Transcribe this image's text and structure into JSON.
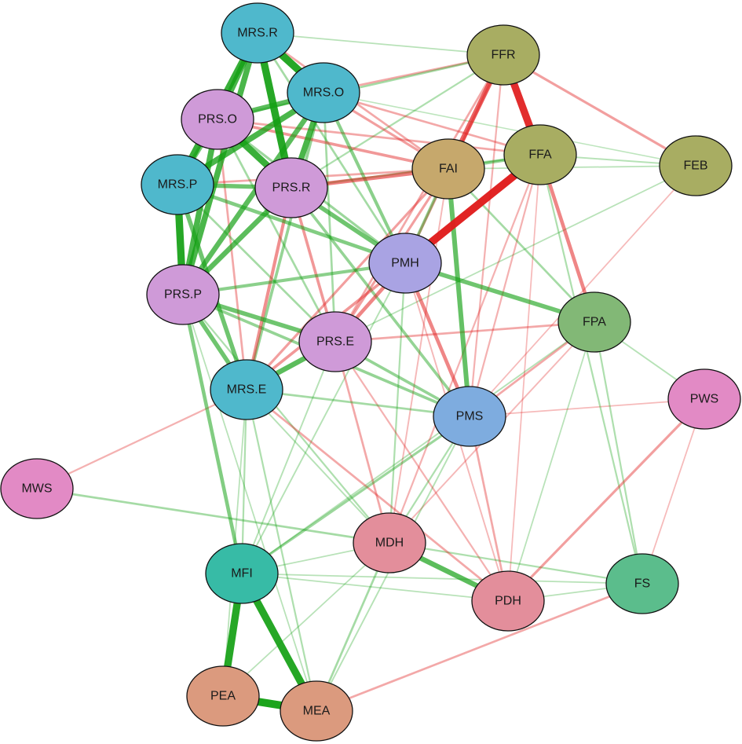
{
  "colors": {
    "positive": "#13a013",
    "negative": "#e01b1b",
    "node_stroke": "#111111",
    "background": "#ffffff"
  },
  "nodes": [
    {
      "id": "MRS.R",
      "label": "MRS.R",
      "color": "#4fb8cc"
    },
    {
      "id": "MRS.O",
      "label": "MRS.O",
      "color": "#4fb8cc"
    },
    {
      "id": "PRS.O",
      "label": "PRS.O",
      "color": "#cf9ad8"
    },
    {
      "id": "MRS.P",
      "label": "MRS.P",
      "color": "#4fb8cc"
    },
    {
      "id": "PRS.R",
      "label": "PRS.R",
      "color": "#cf9ad8"
    },
    {
      "id": "FFR",
      "label": "FFR",
      "color": "#a8ad62"
    },
    {
      "id": "FFA",
      "label": "FFA",
      "color": "#a8ad62"
    },
    {
      "id": "FEB",
      "label": "FEB",
      "color": "#a8ad62"
    },
    {
      "id": "FAI",
      "label": "FAI",
      "color": "#c6a86c"
    },
    {
      "id": "PMH",
      "label": "PMH",
      "color": "#a9a3e3"
    },
    {
      "id": "PRS.P",
      "label": "PRS.P",
      "color": "#cf9ad8"
    },
    {
      "id": "PRS.E",
      "label": "PRS.E",
      "color": "#cf9ad8"
    },
    {
      "id": "FPA",
      "label": "FPA",
      "color": "#82b876"
    },
    {
      "id": "MRS.E",
      "label": "MRS.E",
      "color": "#4fb8cc"
    },
    {
      "id": "PMS",
      "label": "PMS",
      "color": "#7eacdf"
    },
    {
      "id": "PWS",
      "label": "PWS",
      "color": "#e28ac5"
    },
    {
      "id": "MWS",
      "label": "MWS",
      "color": "#e28ac5"
    },
    {
      "id": "MDH",
      "label": "MDH",
      "color": "#e38e9b"
    },
    {
      "id": "MFI",
      "label": "MFI",
      "color": "#37bba6"
    },
    {
      "id": "PDH",
      "label": "PDH",
      "color": "#e38e9b"
    },
    {
      "id": "FS",
      "label": "FS",
      "color": "#5bbd8c"
    },
    {
      "id": "PEA",
      "label": "PEA",
      "color": "#db9a7e"
    },
    {
      "id": "MEA",
      "label": "MEA",
      "color": "#db9a7e"
    }
  ],
  "edges": [
    {
      "source": "MRS.R",
      "target": "MRS.O",
      "sign": "positive",
      "weight": 0.9
    },
    {
      "source": "MRS.R",
      "target": "PRS.O",
      "sign": "positive",
      "weight": 0.7
    },
    {
      "source": "MRS.R",
      "target": "MRS.P",
      "sign": "positive",
      "weight": 0.8
    },
    {
      "source": "MRS.R",
      "target": "PRS.R",
      "sign": "positive",
      "weight": 0.9
    },
    {
      "source": "MRS.R",
      "target": "PRS.P",
      "sign": "positive",
      "weight": 0.7
    },
    {
      "source": "MRS.R",
      "target": "FFR",
      "sign": "positive",
      "weight": 0.1
    },
    {
      "source": "MRS.R",
      "target": "FAI",
      "sign": "negative",
      "weight": 0.2
    },
    {
      "source": "MRS.R",
      "target": "PMH",
      "sign": "positive",
      "weight": 0.2
    },
    {
      "source": "MRS.O",
      "target": "PRS.O",
      "sign": "positive",
      "weight": 0.6
    },
    {
      "source": "MRS.O",
      "target": "MRS.P",
      "sign": "positive",
      "weight": 0.7
    },
    {
      "source": "MRS.O",
      "target": "PRS.R",
      "sign": "positive",
      "weight": 0.7
    },
    {
      "source": "MRS.O",
      "target": "PRS.P",
      "sign": "positive",
      "weight": 0.6
    },
    {
      "source": "MRS.O",
      "target": "FFR",
      "sign": "negative",
      "weight": 0.2
    },
    {
      "source": "MRS.O",
      "target": "FAI",
      "sign": "negative",
      "weight": 0.25
    },
    {
      "source": "MRS.O",
      "target": "FFA",
      "sign": "negative",
      "weight": 0.2
    },
    {
      "source": "MRS.O",
      "target": "PMH",
      "sign": "positive",
      "weight": 0.35
    },
    {
      "source": "MRS.O",
      "target": "PRS.E",
      "sign": "positive",
      "weight": 0.2
    },
    {
      "source": "MRS.O",
      "target": "MRS.E",
      "sign": "positive",
      "weight": 0.3
    },
    {
      "source": "MRS.O",
      "target": "FEB",
      "sign": "positive",
      "weight": 0.08
    },
    {
      "source": "PRS.O",
      "target": "MRS.P",
      "sign": "positive",
      "weight": 0.5
    },
    {
      "source": "PRS.O",
      "target": "PRS.R",
      "sign": "positive",
      "weight": 0.8
    },
    {
      "source": "PRS.O",
      "target": "PRS.P",
      "sign": "positive",
      "weight": 0.7
    },
    {
      "source": "PRS.O",
      "target": "FAI",
      "sign": "negative",
      "weight": 0.3
    },
    {
      "source": "PRS.O",
      "target": "FFA",
      "sign": "negative",
      "weight": 0.2
    },
    {
      "source": "PRS.O",
      "target": "PMH",
      "sign": "positive",
      "weight": 0.25
    },
    {
      "source": "PRS.O",
      "target": "PRS.E",
      "sign": "positive",
      "weight": 0.2
    },
    {
      "source": "PRS.O",
      "target": "MRS.E",
      "sign": "negative",
      "weight": 0.2
    },
    {
      "source": "PRS.O",
      "target": "FFR",
      "sign": "positive",
      "weight": 0.2
    },
    {
      "source": "MRS.P",
      "target": "PRS.R",
      "sign": "positive",
      "weight": 0.5
    },
    {
      "source": "MRS.P",
      "target": "PRS.P",
      "sign": "positive",
      "weight": 0.9
    },
    {
      "source": "MRS.P",
      "target": "PMH",
      "sign": "positive",
      "weight": 0.4
    },
    {
      "source": "MRS.P",
      "target": "MRS.E",
      "sign": "positive",
      "weight": 0.5
    },
    {
      "source": "MRS.P",
      "target": "PRS.E",
      "sign": "positive",
      "weight": 0.2
    },
    {
      "source": "MRS.P",
      "target": "FAI",
      "sign": "negative",
      "weight": 0.2
    },
    {
      "source": "PRS.R",
      "target": "PRS.P",
      "sign": "positive",
      "weight": 0.6
    },
    {
      "source": "PRS.R",
      "target": "FAI",
      "sign": "negative",
      "weight": 0.45
    },
    {
      "source": "PRS.R",
      "target": "FFA",
      "sign": "positive",
      "weight": 0.2
    },
    {
      "source": "PRS.R",
      "target": "PMH",
      "sign": "positive",
      "weight": 0.5
    },
    {
      "source": "PRS.R",
      "target": "PRS.E",
      "sign": "negative",
      "weight": 0.3
    },
    {
      "source": "PRS.R",
      "target": "MRS.E",
      "sign": "negative",
      "weight": 0.35
    },
    {
      "source": "PRS.R",
      "target": "FFR",
      "sign": "positive",
      "weight": 0.15
    },
    {
      "source": "PRS.R",
      "target": "PMS",
      "sign": "positive",
      "weight": 0.3
    },
    {
      "source": "FFR",
      "target": "FFA",
      "sign": "negative",
      "weight": 0.9
    },
    {
      "source": "FFR",
      "target": "FAI",
      "sign": "negative",
      "weight": 0.6
    },
    {
      "source": "FFR",
      "target": "FEB",
      "sign": "negative",
      "weight": 0.25
    },
    {
      "source": "FFR",
      "target": "PMH",
      "sign": "negative",
      "weight": 0.25
    },
    {
      "source": "FFR",
      "target": "PRS.E",
      "sign": "negative",
      "weight": 0.2
    },
    {
      "source": "FFR",
      "target": "PMS",
      "sign": "negative",
      "weight": 0.15
    },
    {
      "source": "FFA",
      "target": "FAI",
      "sign": "positive",
      "weight": 0.3
    },
    {
      "source": "FFA",
      "target": "PMH",
      "sign": "negative",
      "weight": 0.95
    },
    {
      "source": "FFA",
      "target": "FPA",
      "sign": "negative",
      "weight": 0.4
    },
    {
      "source": "FFA",
      "target": "FEB",
      "sign": "positive",
      "weight": 0.12
    },
    {
      "source": "FFA",
      "target": "PMS",
      "sign": "negative",
      "weight": 0.15
    },
    {
      "source": "FFA",
      "target": "MDH",
      "sign": "negative",
      "weight": 0.15
    },
    {
      "source": "FFA",
      "target": "FS",
      "sign": "positive",
      "weight": 0.15
    },
    {
      "source": "FFA",
      "target": "PDH",
      "sign": "negative",
      "weight": 0.1
    },
    {
      "source": "FAI",
      "target": "PMH",
      "sign": "positive",
      "weight": 0.3
    },
    {
      "source": "FAI",
      "target": "PRS.E",
      "sign": "negative",
      "weight": 0.25
    },
    {
      "source": "FAI",
      "target": "PMS",
      "sign": "positive",
      "weight": 0.55
    },
    {
      "source": "FAI",
      "target": "MRS.E",
      "sign": "negative",
      "weight": 0.25
    },
    {
      "source": "FAI",
      "target": "FPA",
      "sign": "positive",
      "weight": 0.2
    },
    {
      "source": "FAI",
      "target": "MDH",
      "sign": "negative",
      "weight": 0.12
    },
    {
      "source": "FAI",
      "target": "FEB",
      "sign": "positive",
      "weight": 0.1
    },
    {
      "source": "FEB",
      "target": "PRS.E",
      "sign": "positive",
      "weight": 0.1
    },
    {
      "source": "FEB",
      "target": "PMS",
      "sign": "negative",
      "weight": 0.1
    },
    {
      "source": "PMH",
      "target": "PRS.P",
      "sign": "positive",
      "weight": 0.35
    },
    {
      "source": "PMH",
      "target": "PRS.E",
      "sign": "negative",
      "weight": 0.4
    },
    {
      "source": "PMH",
      "target": "FPA",
      "sign": "positive",
      "weight": 0.5
    },
    {
      "source": "PMH",
      "target": "PMS",
      "sign": "negative",
      "weight": 0.4
    },
    {
      "source": "PMH",
      "target": "MRS.E",
      "sign": "negative",
      "weight": 0.3
    },
    {
      "source": "PMH",
      "target": "MDH",
      "sign": "positive",
      "weight": 0.15
    },
    {
      "source": "PMH",
      "target": "PDH",
      "sign": "negative",
      "weight": 0.12
    },
    {
      "source": "PMH",
      "target": "MFI",
      "sign": "positive",
      "weight": 0.12
    },
    {
      "source": "PRS.P",
      "target": "PRS.E",
      "sign": "positive",
      "weight": 0.5
    },
    {
      "source": "PRS.P",
      "target": "MRS.E",
      "sign": "positive",
      "weight": 0.5
    },
    {
      "source": "PRS.P",
      "target": "MFI",
      "sign": "positive",
      "weight": 0.4
    },
    {
      "source": "PRS.P",
      "target": "PMS",
      "sign": "positive",
      "weight": 0.3
    },
    {
      "source": "PRS.P",
      "target": "MDH",
      "sign": "positive",
      "weight": 0.15
    },
    {
      "source": "PRS.P",
      "target": "MEA",
      "sign": "positive",
      "weight": 0.1
    },
    {
      "source": "PRS.E",
      "target": "MRS.E",
      "sign": "positive",
      "weight": 0.6
    },
    {
      "source": "PRS.E",
      "target": "FPA",
      "sign": "negative",
      "weight": 0.2
    },
    {
      "source": "PRS.E",
      "target": "PMS",
      "sign": "positive",
      "weight": 0.3
    },
    {
      "source": "PRS.E",
      "target": "MDH",
      "sign": "negative",
      "weight": 0.2
    },
    {
      "source": "PRS.E",
      "target": "PDH",
      "sign": "negative",
      "weight": 0.15
    },
    {
      "source": "PRS.E",
      "target": "MFI",
      "sign": "positive",
      "weight": 0.12
    },
    {
      "source": "MRS.E",
      "target": "PMS",
      "sign": "positive",
      "weight": 0.2
    },
    {
      "source": "MRS.E",
      "target": "PDH",
      "sign": "negative",
      "weight": 0.2
    },
    {
      "source": "MRS.E",
      "target": "MFI",
      "sign": "positive",
      "weight": 0.15
    },
    {
      "source": "MRS.E",
      "target": "MEA",
      "sign": "positive",
      "weight": 0.15
    },
    {
      "source": "MRS.E",
      "target": "MDH",
      "sign": "positive",
      "weight": 0.12
    },
    {
      "source": "MRS.E",
      "target": "PEA",
      "sign": "positive",
      "weight": 0.1
    },
    {
      "source": "FPA",
      "target": "PMS",
      "sign": "negative",
      "weight": 0.2
    },
    {
      "source": "FPA",
      "target": "PWS",
      "sign": "positive",
      "weight": 0.12
    },
    {
      "source": "FPA",
      "target": "FS",
      "sign": "positive",
      "weight": 0.15
    },
    {
      "source": "FPA",
      "target": "MDH",
      "sign": "negative",
      "weight": 0.12
    },
    {
      "source": "FPA",
      "target": "PDH",
      "sign": "positive",
      "weight": 0.1
    },
    {
      "source": "FPA",
      "target": "MFI",
      "sign": "positive",
      "weight": 0.12
    },
    {
      "source": "PMS",
      "target": "MDH",
      "sign": "positive",
      "weight": 0.15
    },
    {
      "source": "PMS",
      "target": "PDH",
      "sign": "negative",
      "weight": 0.2
    },
    {
      "source": "PMS",
      "target": "MFI",
      "sign": "positive",
      "weight": 0.25
    },
    {
      "source": "PMS",
      "target": "MEA",
      "sign": "positive",
      "weight": 0.12
    },
    {
      "source": "PWS",
      "target": "PDH",
      "sign": "negative",
      "weight": 0.25
    },
    {
      "source": "PWS",
      "target": "FS",
      "sign": "negative",
      "weight": 0.1
    },
    {
      "source": "PWS",
      "target": "PMS",
      "sign": "negative",
      "weight": 0.1
    },
    {
      "source": "MWS",
      "target": "MDH",
      "sign": "positive",
      "weight": 0.2
    },
    {
      "source": "MWS",
      "target": "MRS.E",
      "sign": "negative",
      "weight": 0.15
    },
    {
      "source": "MDH",
      "target": "PDH",
      "sign": "positive",
      "weight": 0.6
    },
    {
      "source": "MDH",
      "target": "MFI",
      "sign": "positive",
      "weight": 0.1
    },
    {
      "source": "MDH",
      "target": "MEA",
      "sign": "positive",
      "weight": 0.2
    },
    {
      "source": "MDH",
      "target": "FS",
      "sign": "positive",
      "weight": 0.15
    },
    {
      "source": "MDH",
      "target": "PEA",
      "sign": "positive",
      "weight": 0.1
    },
    {
      "source": "MFI",
      "target": "PEA",
      "sign": "positive",
      "weight": 0.9
    },
    {
      "source": "MFI",
      "target": "MEA",
      "sign": "positive",
      "weight": 0.9
    },
    {
      "source": "MFI",
      "target": "FS",
      "sign": "positive",
      "weight": 0.1
    },
    {
      "source": "MFI",
      "target": "PDH",
      "sign": "positive",
      "weight": 0.1
    },
    {
      "source": "PEA",
      "target": "MEA",
      "sign": "positive",
      "weight": 0.95
    },
    {
      "source": "MEA",
      "target": "FS",
      "sign": "negative",
      "weight": 0.2
    },
    {
      "source": "PDH",
      "target": "FS",
      "sign": "positive",
      "weight": 0.1
    }
  ]
}
